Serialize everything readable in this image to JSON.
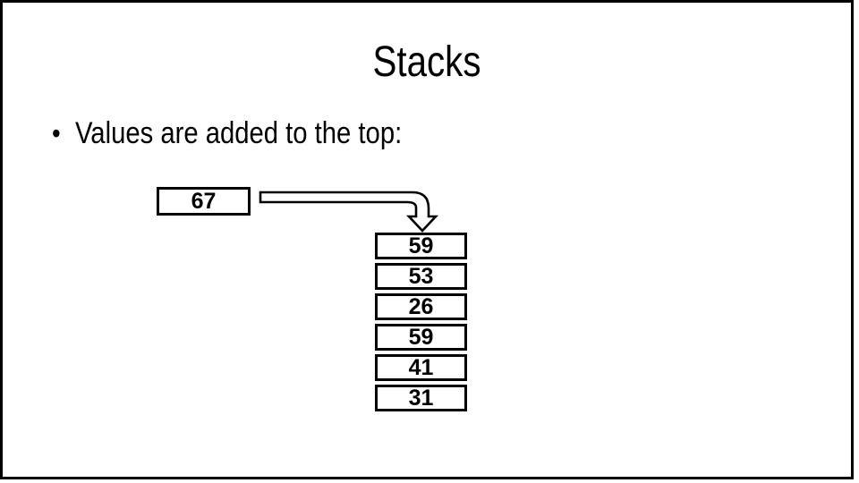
{
  "slide": {
    "title": "Stacks",
    "bullet": {
      "marker": "•",
      "text": "Values are added to the top:"
    },
    "diagram": {
      "new_value": "67",
      "arrow_icon": "bent-arrow-right-down",
      "stack_values": [
        "59",
        "53",
        "26",
        "59",
        "41",
        "31"
      ]
    },
    "colors": {
      "background": "#ffffff",
      "border": "#000000",
      "text": "#000000",
      "shape_fill": "#ffffff"
    }
  }
}
